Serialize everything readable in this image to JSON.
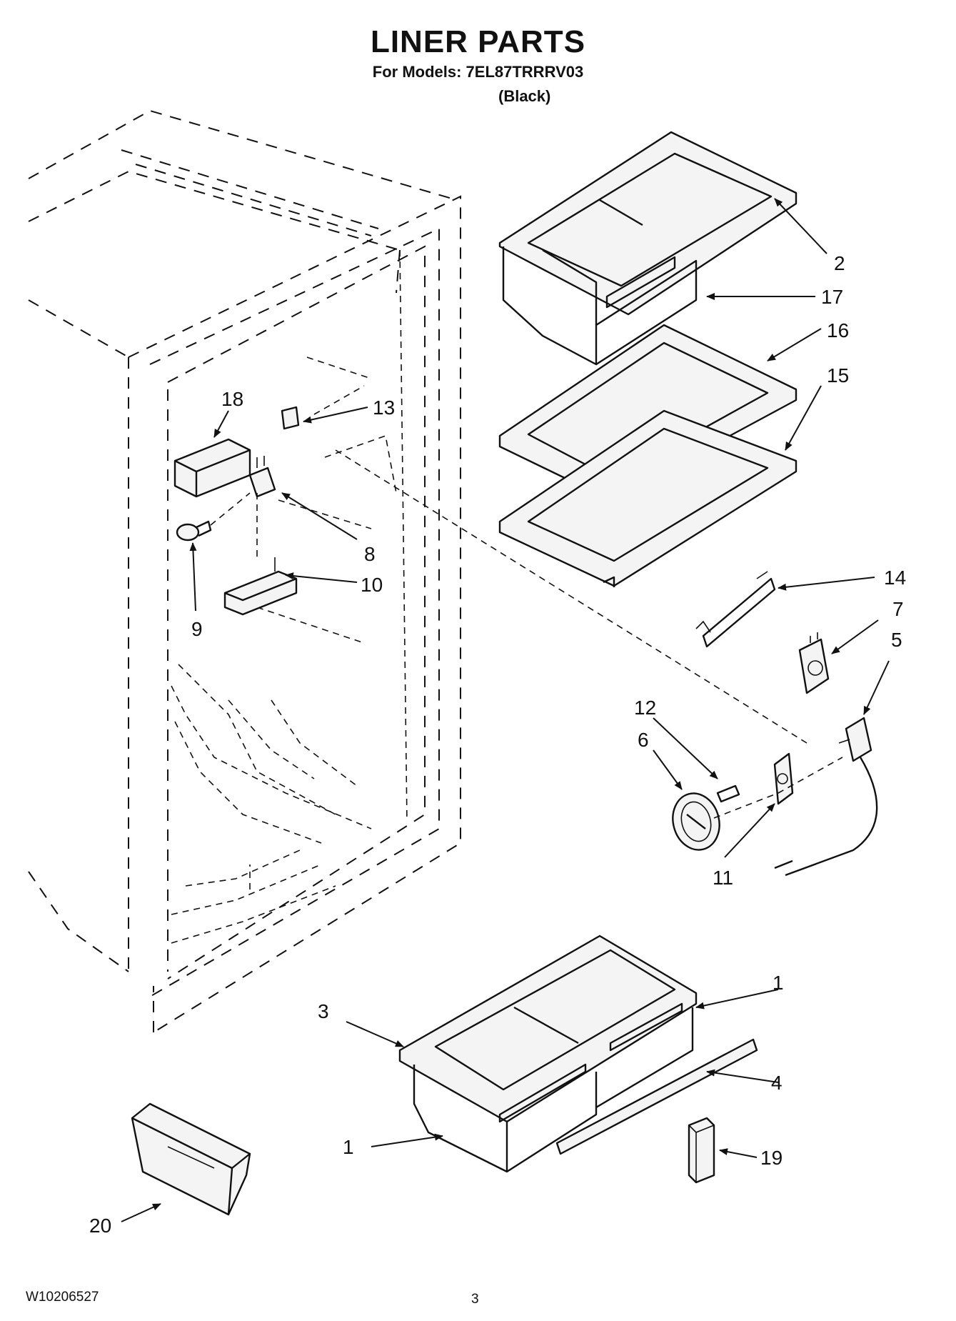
{
  "header": {
    "title": "LINER PARTS",
    "subtitle": "For Models: 7EL87TRRRV03",
    "color": "(Black)"
  },
  "footer": {
    "doc_number": "W10206527",
    "page_number": "3"
  },
  "callouts": {
    "c1": "1",
    "c1b": "1",
    "c2": "2",
    "c3": "3",
    "c4": "4",
    "c5": "5",
    "c6": "6",
    "c7": "7",
    "c8": "8",
    "c9": "9",
    "c10": "10",
    "c11": "11",
    "c12": "12",
    "c13": "13",
    "c14": "14",
    "c15": "15",
    "c16": "16",
    "c17": "17",
    "c18": "18",
    "c19": "19",
    "c20": "20"
  }
}
